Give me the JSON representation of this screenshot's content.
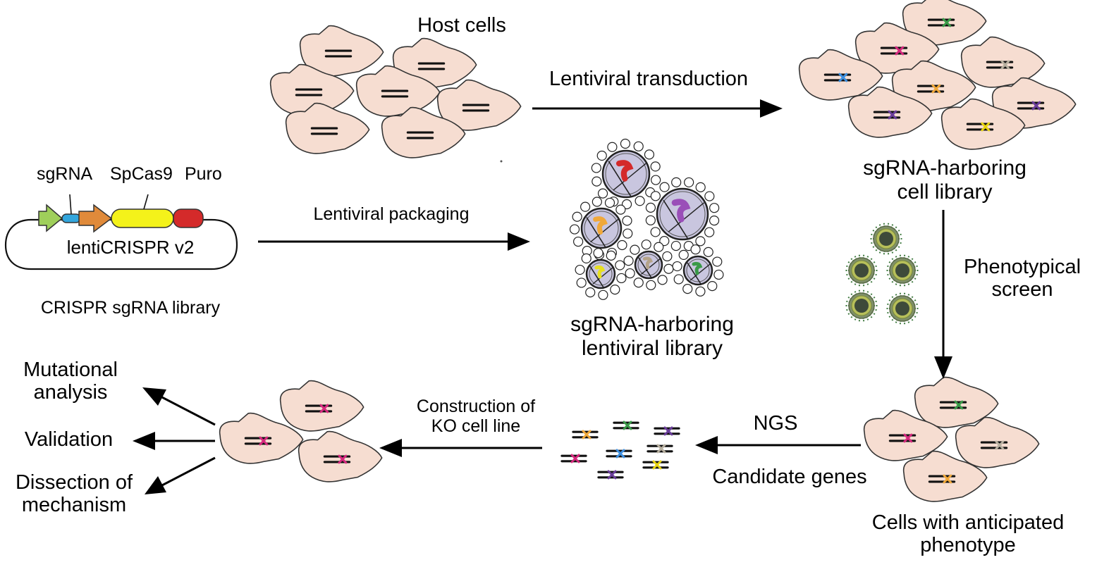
{
  "colors": {
    "cell_fill": "#f6ddd1",
    "chromosome": "#111111",
    "virus_fill": "#c9c6df",
    "virus_dot_fill": "#3a4a3a",
    "virus_spike": "#3f7a3f",
    "arrow_green": "#9fcf5a",
    "sgRNA_blue": "#33a6dd",
    "cas9_orange": "#e08a3a",
    "spcas9_yellow": "#f4f21a",
    "puro_red": "#d42a2a",
    "mark_magenta": "#d6287e",
    "mark_green": "#3a9a48",
    "mark_purple": "#6a3d9a",
    "mark_yellow": "#e8d410",
    "mark_blue": "#3d8fe0",
    "mark_orange": "#f0a83a",
    "mark_gray": "#b8b0a0"
  },
  "labels": {
    "host_cells": "Host cells",
    "lentiviral_transduction": "Lentiviral transduction",
    "sgRNA": "sgRNA",
    "spcas9": "SpCas9",
    "puro": "Puro",
    "lenticrispr": "lentiCRISPR v2",
    "crispr_library": "CRISPR sgRNA library",
    "lentiviral_packaging": "Lentiviral packaging",
    "lenti_library_line1": "sgRNA-harboring",
    "lenti_library_line2": "lentiviral library",
    "cell_library_line1": "sgRNA-harboring",
    "cell_library_line2": "cell library",
    "phenotypical_line1": "Phenotypical",
    "phenotypical_line2": "screen",
    "anticipated_line1": "Cells with anticipated",
    "anticipated_line2": "phenotype",
    "ngs": "NGS",
    "candidate_genes": "Candidate genes",
    "construction_line1": "Construction of",
    "construction_line2": "KO cell line",
    "mutational_line1": "Mutational",
    "mutational_line2": "analysis",
    "validation": "Validation",
    "dissection_line1": "Dissection of",
    "dissection_line2": "mechanism"
  }
}
